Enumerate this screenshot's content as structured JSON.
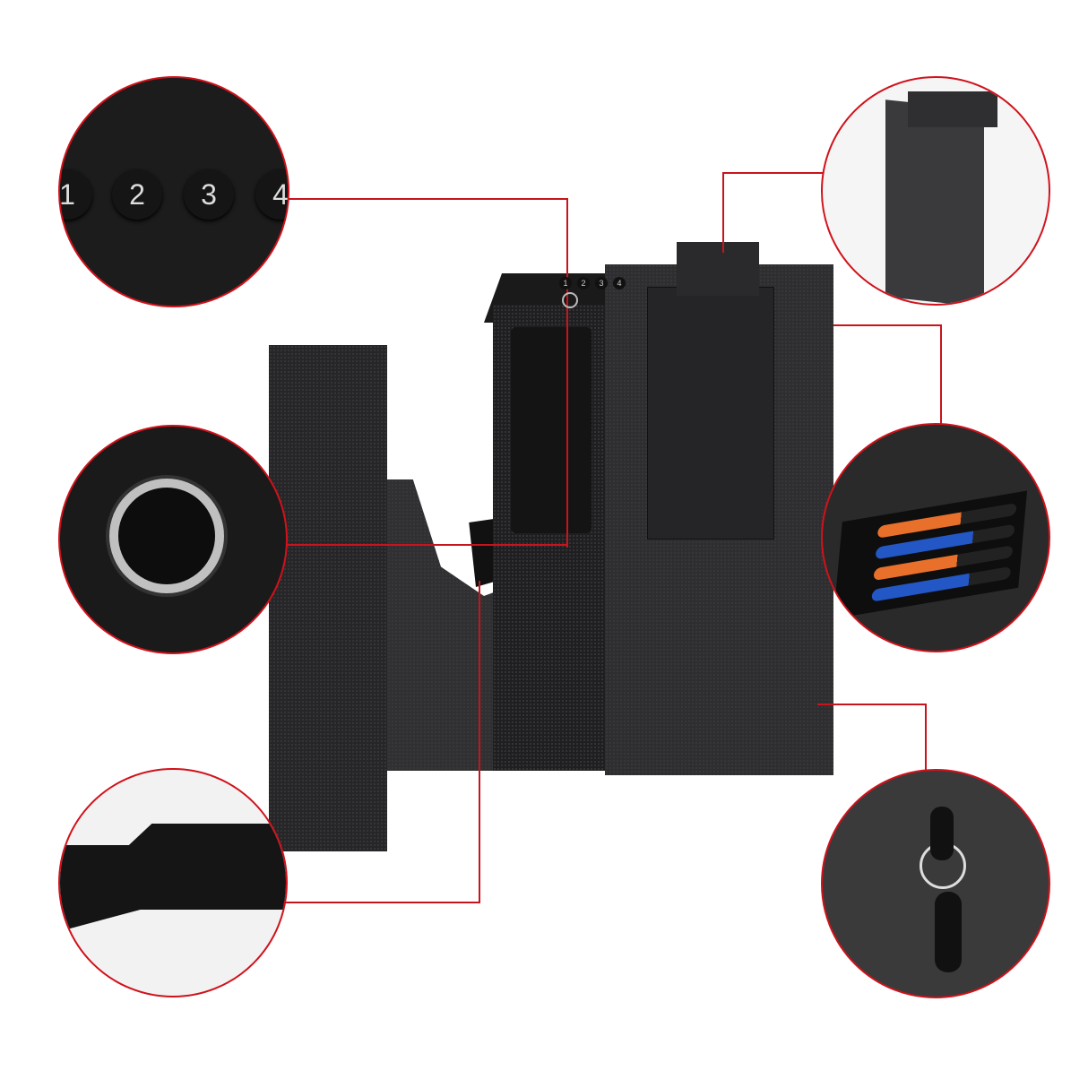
{
  "keypad": {
    "keys": [
      "1",
      "2",
      "3",
      "4"
    ]
  },
  "colors": {
    "callout_border": "#d0121b",
    "body": "#2b2b2d",
    "background": "#ffffff",
    "fingerprint_ring": "#c0c0c0"
  },
  "callouts": [
    {
      "name": "keypad-detail"
    },
    {
      "name": "fingerprint-sensor-detail"
    },
    {
      "name": "holster-insert-detail"
    },
    {
      "name": "mounting-bracket-detail"
    },
    {
      "name": "battery-compartment-detail"
    },
    {
      "name": "key-lock-detail"
    }
  ]
}
